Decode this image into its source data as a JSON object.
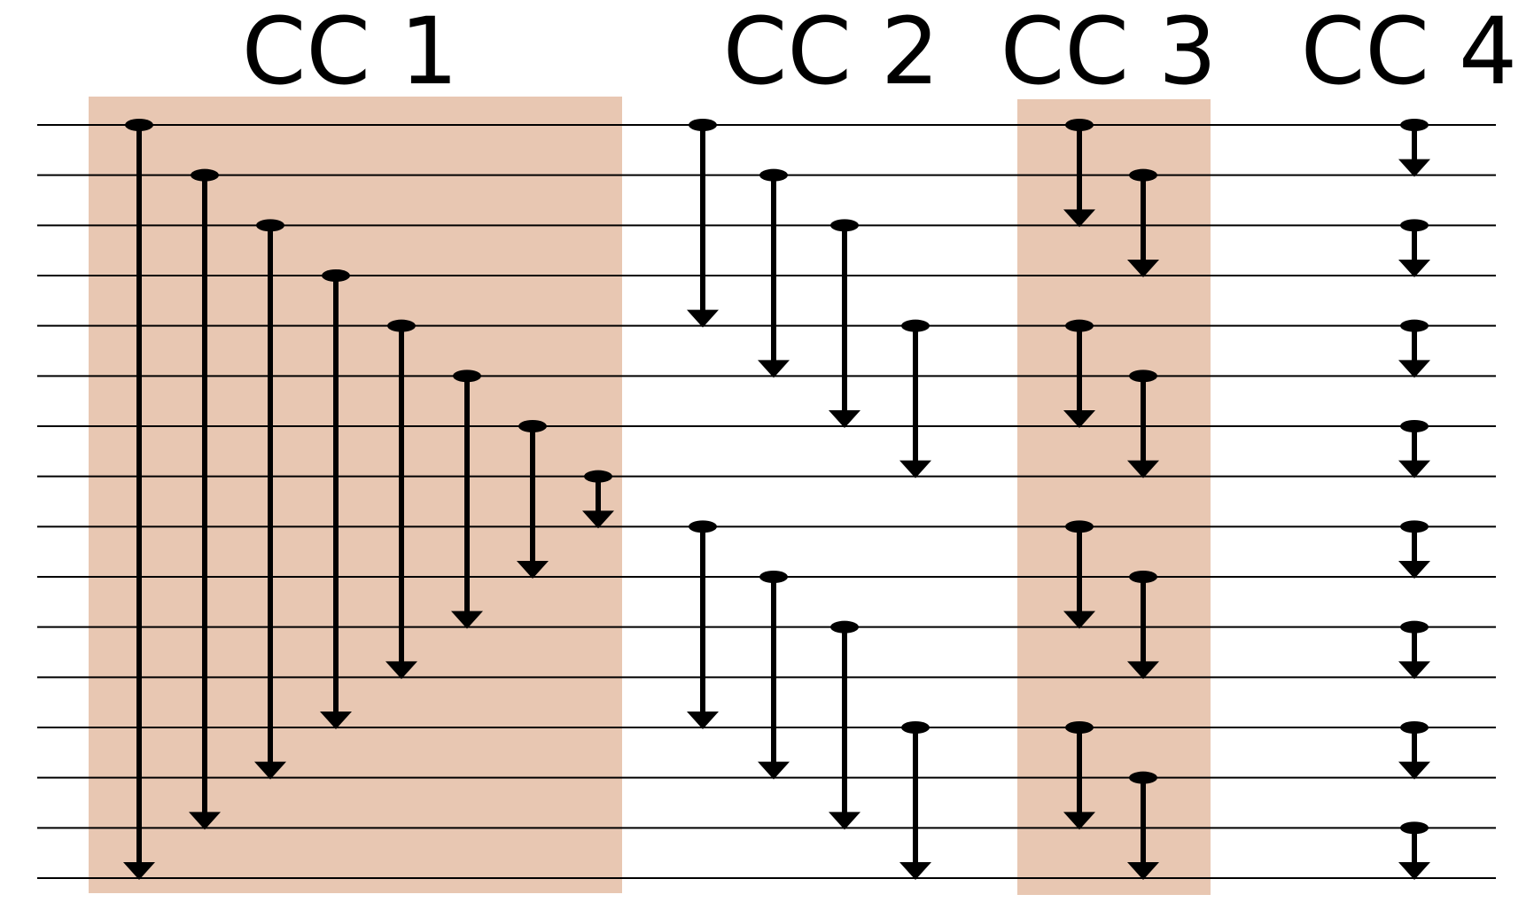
{
  "title_labels": [
    "CC 1",
    "CC 2",
    "CC 3",
    "CC 4"
  ],
  "wire_count": 16,
  "colors": {
    "highlight": "#e8c7b2",
    "wire": "#000000",
    "arrow": "#000000",
    "background": "#ffffff"
  },
  "highlighted_groups": [
    1,
    3
  ],
  "groups": [
    {
      "label": "CC 1",
      "connections": [
        {
          "from": 1,
          "to": 16
        },
        {
          "from": 2,
          "to": 15
        },
        {
          "from": 3,
          "to": 14
        },
        {
          "from": 4,
          "to": 13
        },
        {
          "from": 5,
          "to": 12
        },
        {
          "from": 6,
          "to": 11
        },
        {
          "from": 7,
          "to": 10
        },
        {
          "from": 8,
          "to": 9
        }
      ]
    },
    {
      "label": "CC 2",
      "connections": [
        {
          "from": 1,
          "to": 5
        },
        {
          "from": 2,
          "to": 6
        },
        {
          "from": 3,
          "to": 7
        },
        {
          "from": 5,
          "to": 8
        },
        {
          "from": 9,
          "to": 13
        },
        {
          "from": 10,
          "to": 14
        },
        {
          "from": 11,
          "to": 15
        },
        {
          "from": 13,
          "to": 16
        }
      ]
    },
    {
      "label": "CC 3",
      "connections": [
        {
          "from": 1,
          "to": 3
        },
        {
          "from": 2,
          "to": 4
        },
        {
          "from": 5,
          "to": 7
        },
        {
          "from": 6,
          "to": 8
        },
        {
          "from": 9,
          "to": 11
        },
        {
          "from": 10,
          "to": 12
        },
        {
          "from": 13,
          "to": 15
        },
        {
          "from": 14,
          "to": 16
        }
      ]
    },
    {
      "label": "CC 4",
      "connections": [
        {
          "from": 1,
          "to": 2
        },
        {
          "from": 3,
          "to": 4
        },
        {
          "from": 5,
          "to": 6
        },
        {
          "from": 7,
          "to": 8
        },
        {
          "from": 9,
          "to": 10
        },
        {
          "from": 11,
          "to": 12
        },
        {
          "from": 13,
          "to": 14
        },
        {
          "from": 15,
          "to": 16
        }
      ]
    }
  ]
}
